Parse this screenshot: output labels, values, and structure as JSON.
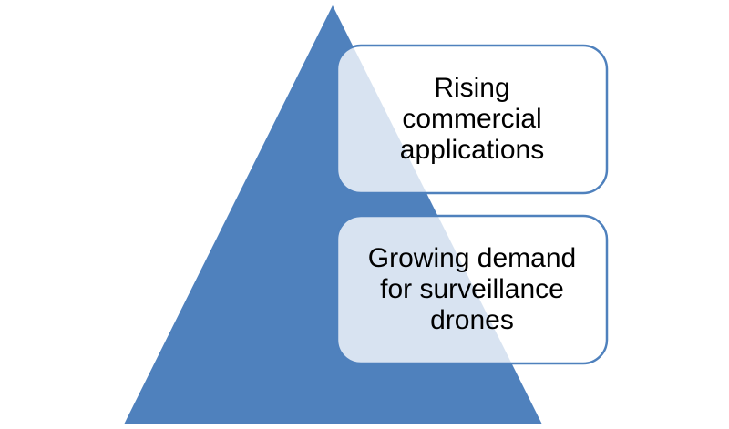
{
  "diagram": {
    "type": "pyramid-with-callouts",
    "colors": {
      "pyramid_fill": "#4f81bd",
      "box_fill": "#ffffff",
      "box_fill_opacity": 0.78,
      "box_border": "#4f81bd",
      "text": "#000000"
    },
    "boxes": [
      {
        "text": "Rising\ncommercial\napplications"
      },
      {
        "text": "Growing demand\nfor surveillance\ndrones"
      }
    ]
  }
}
